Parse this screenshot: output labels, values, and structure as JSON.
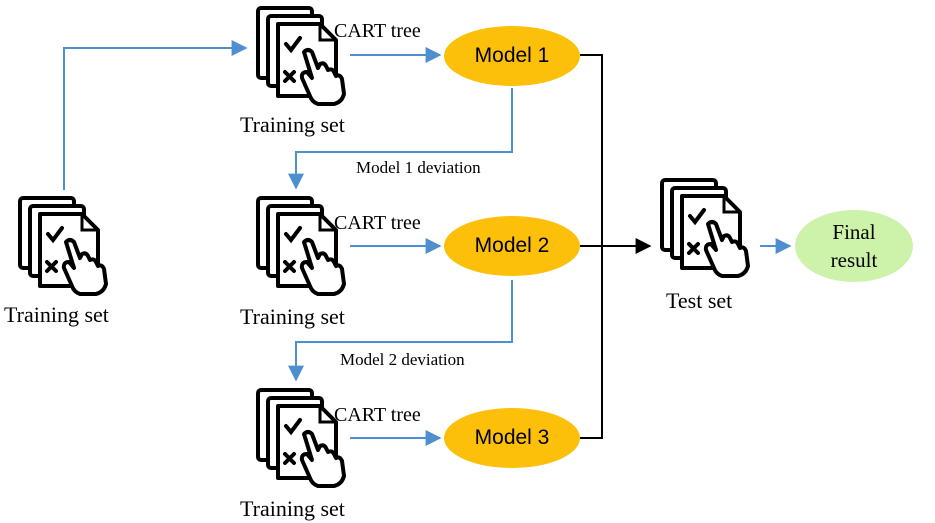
{
  "nodes": {
    "training_set_left": "Training set",
    "training_set_1": "Training set",
    "training_set_2": "Training set",
    "training_set_3": "Training set",
    "test_set": "Test set",
    "cart_tree_1": "CART tree",
    "cart_tree_2": "CART tree",
    "cart_tree_3": "CART tree",
    "model_1": "Model 1",
    "model_2": "Model 2",
    "model_3": "Model 3",
    "deviation_1": "Model 1 deviation",
    "deviation_2": "Model 2 deviation",
    "final_line1": "Final",
    "final_line2": "result"
  },
  "colors": {
    "model_fill": "#fcc00a",
    "final_fill": "#cdf2a9",
    "arrow_blue": "#4e8fcf",
    "arrow_black": "#000000"
  },
  "icons": [
    "document-stack-hand-icon"
  ]
}
